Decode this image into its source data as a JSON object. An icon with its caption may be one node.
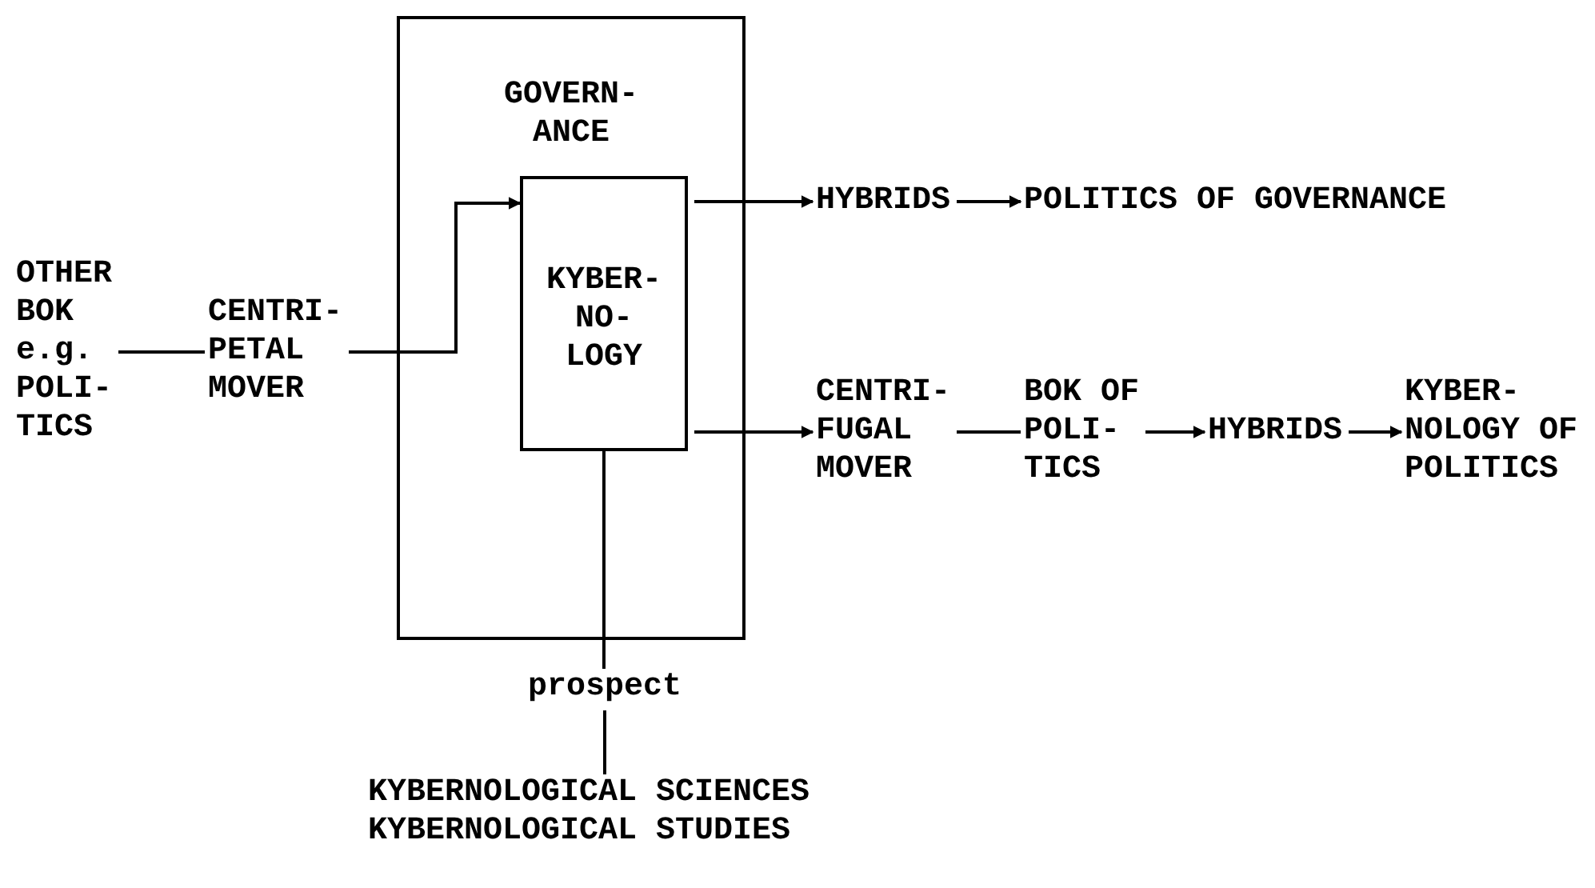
{
  "diagram": {
    "nodes": [
      {
        "text": [
          "GOVERN- ANCE"
        ]
      },
      {
        "text": [
          "KYBER- NO- LOGY"
        ],
        "in": 0
      },
      {
        "text": [
          "OTHER BOK e.g. POLI- TICS"
        ]
      },
      {
        "text": [
          "CENTRI- PETAL MOVER"
        ]
      },
      {
        "text": [
          "HYBRIDS"
        ]
      },
      {
        "text": [
          "POLITICS OF GOVERNANCE"
        ]
      },
      {
        "text": [
          "CENTRI- FUGAL MOVER"
        ]
      },
      {
        "text": [
          "BOK OF POLI- TICS"
        ]
      },
      {
        "text": [
          "HYBRIDS"
        ]
      },
      {
        "text": [
          "KYBER- NOLOGY OF POLITICS"
        ]
      },
      {
        "text": [
          "prospect"
        ]
      },
      {
        "text": [
          "KYBERNOLOGICAL SCIENCES",
          "KYBERNOLOGICAL STUDIES"
        ]
      }
    ],
    "edges": [
      {
        "from": 2,
        "to": 3,
        "arrow": "none"
      },
      {
        "from": 3,
        "to": 1,
        "arrow": "to"
      },
      {
        "from": 1,
        "to": 4,
        "arrow": "to"
      },
      {
        "from": 4,
        "to": 5,
        "arrow": "to"
      },
      {
        "from": 1,
        "to": 6,
        "arrow": "to"
      },
      {
        "from": 6,
        "to": 7,
        "arrow": "none"
      },
      {
        "from": 7,
        "to": 8,
        "arrow": "to"
      },
      {
        "from": 8,
        "to": 9,
        "arrow": "to"
      },
      {
        "from": 1,
        "to": 10,
        "arrow": "none"
      },
      {
        "from": 10,
        "to": 11,
        "arrow": "none"
      }
    ]
  }
}
